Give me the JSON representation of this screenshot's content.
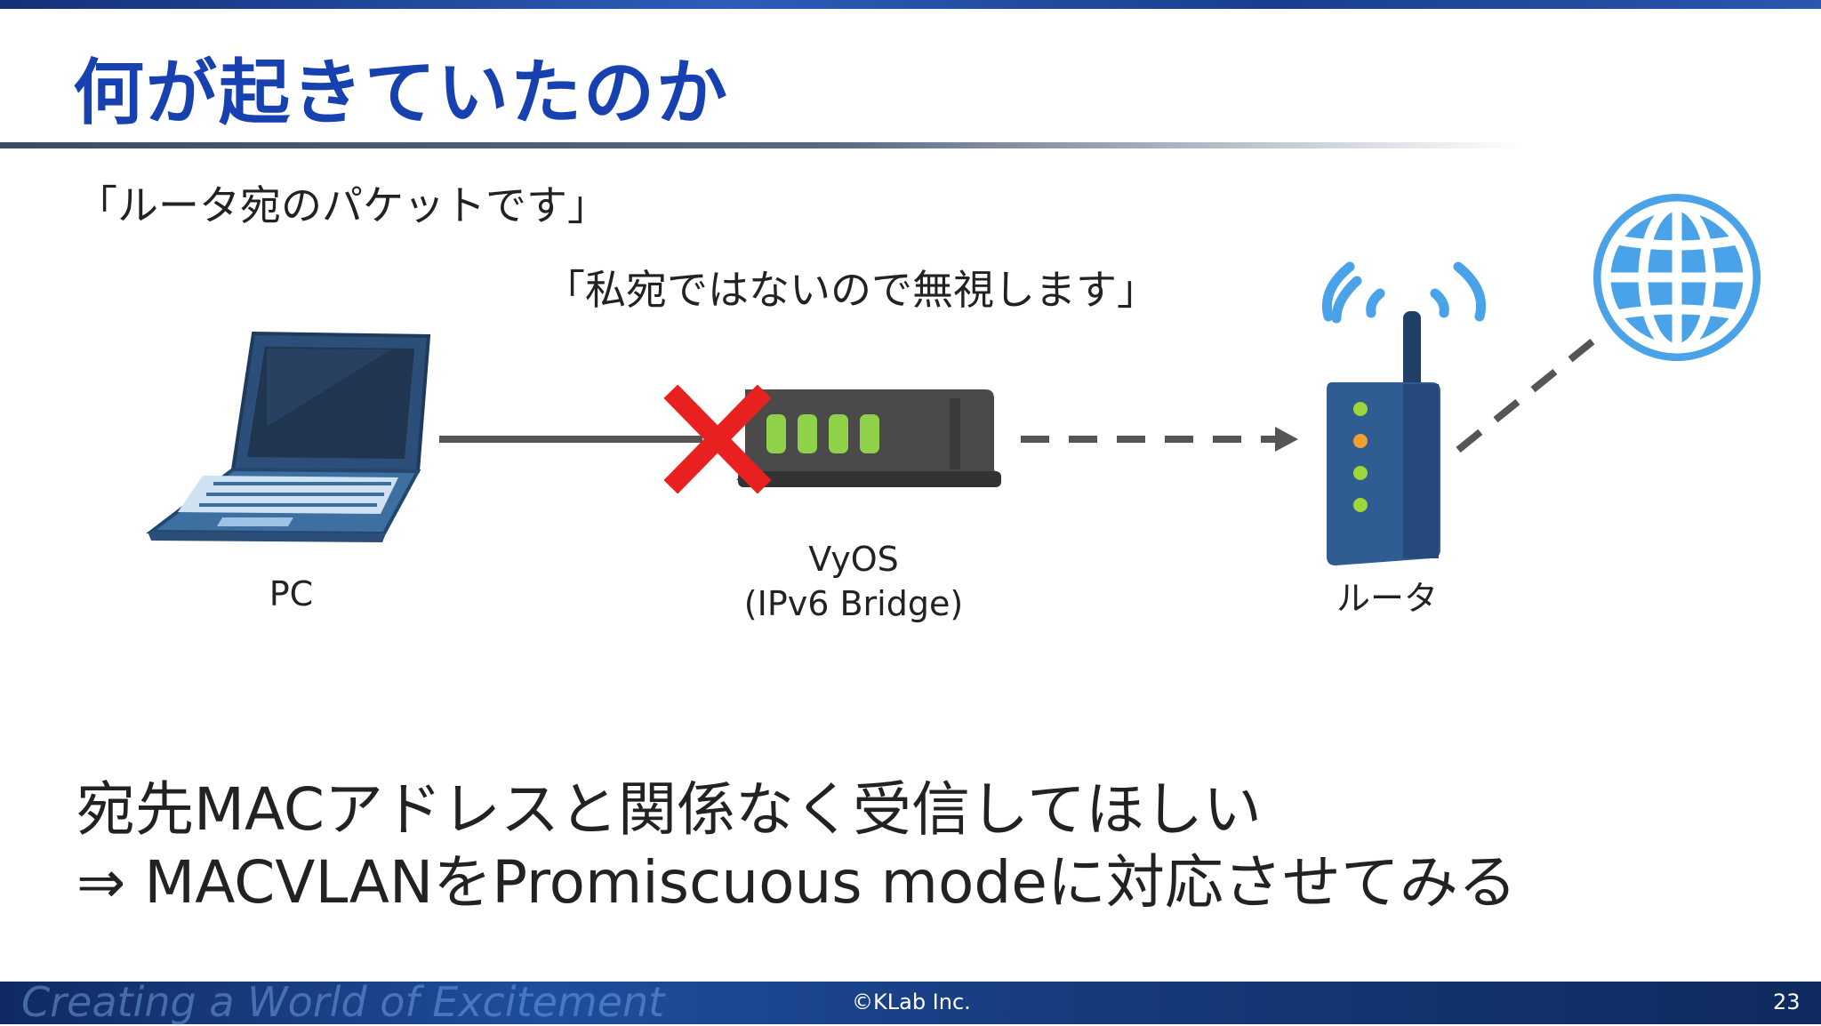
{
  "slide": {
    "title": "何が起きていたのか",
    "quote_router": "「ルータ宛のパケットです」",
    "quote_vyos": "「私宛ではないので無視します」",
    "labels": {
      "pc": "PC",
      "vyos_line1": "VyOS",
      "vyos_line2": "(IPv6 Bridge)",
      "router": "ルータ"
    },
    "bottom_line1": "宛先MACアドレスと関係なく受信してほしい",
    "bottom_line2": "⇒ MACVLANをPromiscuous modeに対応させてみる"
  },
  "footer": {
    "tagline": "Creating a World of Excitement",
    "copyright": "©KLab Inc.",
    "page_number": "23"
  },
  "colors": {
    "title": "#1741b0",
    "laptop": "#3d6fa0",
    "router": "#2f5c91",
    "globe": "#4aa3e8",
    "cross": "#e8201f",
    "vyos_led": "#8fd24a",
    "router_led_green": "#9ed63b",
    "router_led_orange": "#f0a030"
  },
  "icons": [
    "laptop-icon",
    "vyos-device-icon",
    "drop-x-icon",
    "router-icon",
    "wifi-signal-icon",
    "globe-icon"
  ]
}
